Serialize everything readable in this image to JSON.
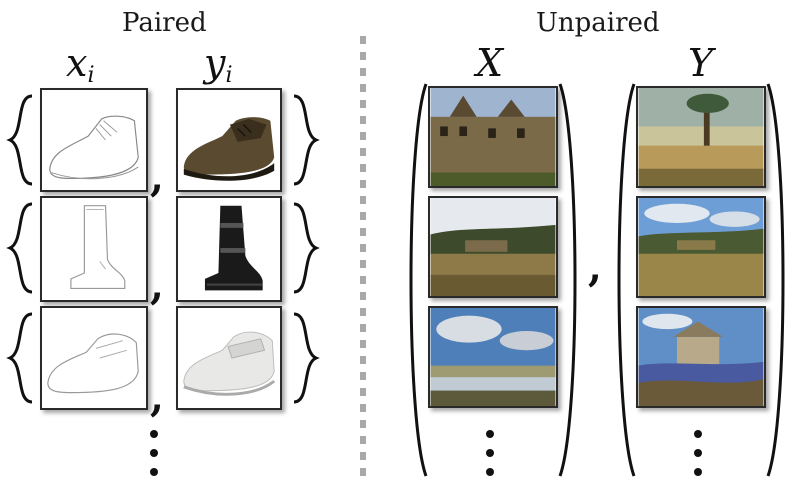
{
  "paired": {
    "title": "Paired",
    "x_label": "x",
    "x_sub": "i",
    "y_label": "y",
    "y_sub": "i",
    "separator": ","
  },
  "unpaired": {
    "title": "Unpaired",
    "x_label": "X",
    "y_label": "Y",
    "separator": ","
  },
  "rows": [
    {
      "sketch": "shoe-sketch",
      "photo": "brown-oxford-shoe"
    },
    {
      "sketch": "boot-sketch",
      "photo": "black-boot"
    },
    {
      "sketch": "sneaker-sketch",
      "photo": "white-velcro-shoe"
    }
  ],
  "x_images": [
    "castle-photo",
    "field-photo",
    "lake-sky-photo"
  ],
  "y_images": [
    "tree-painting",
    "landscape-painting",
    "village-painting"
  ],
  "colors": {
    "divider": "#a9a9a9",
    "ink": "#111111"
  }
}
